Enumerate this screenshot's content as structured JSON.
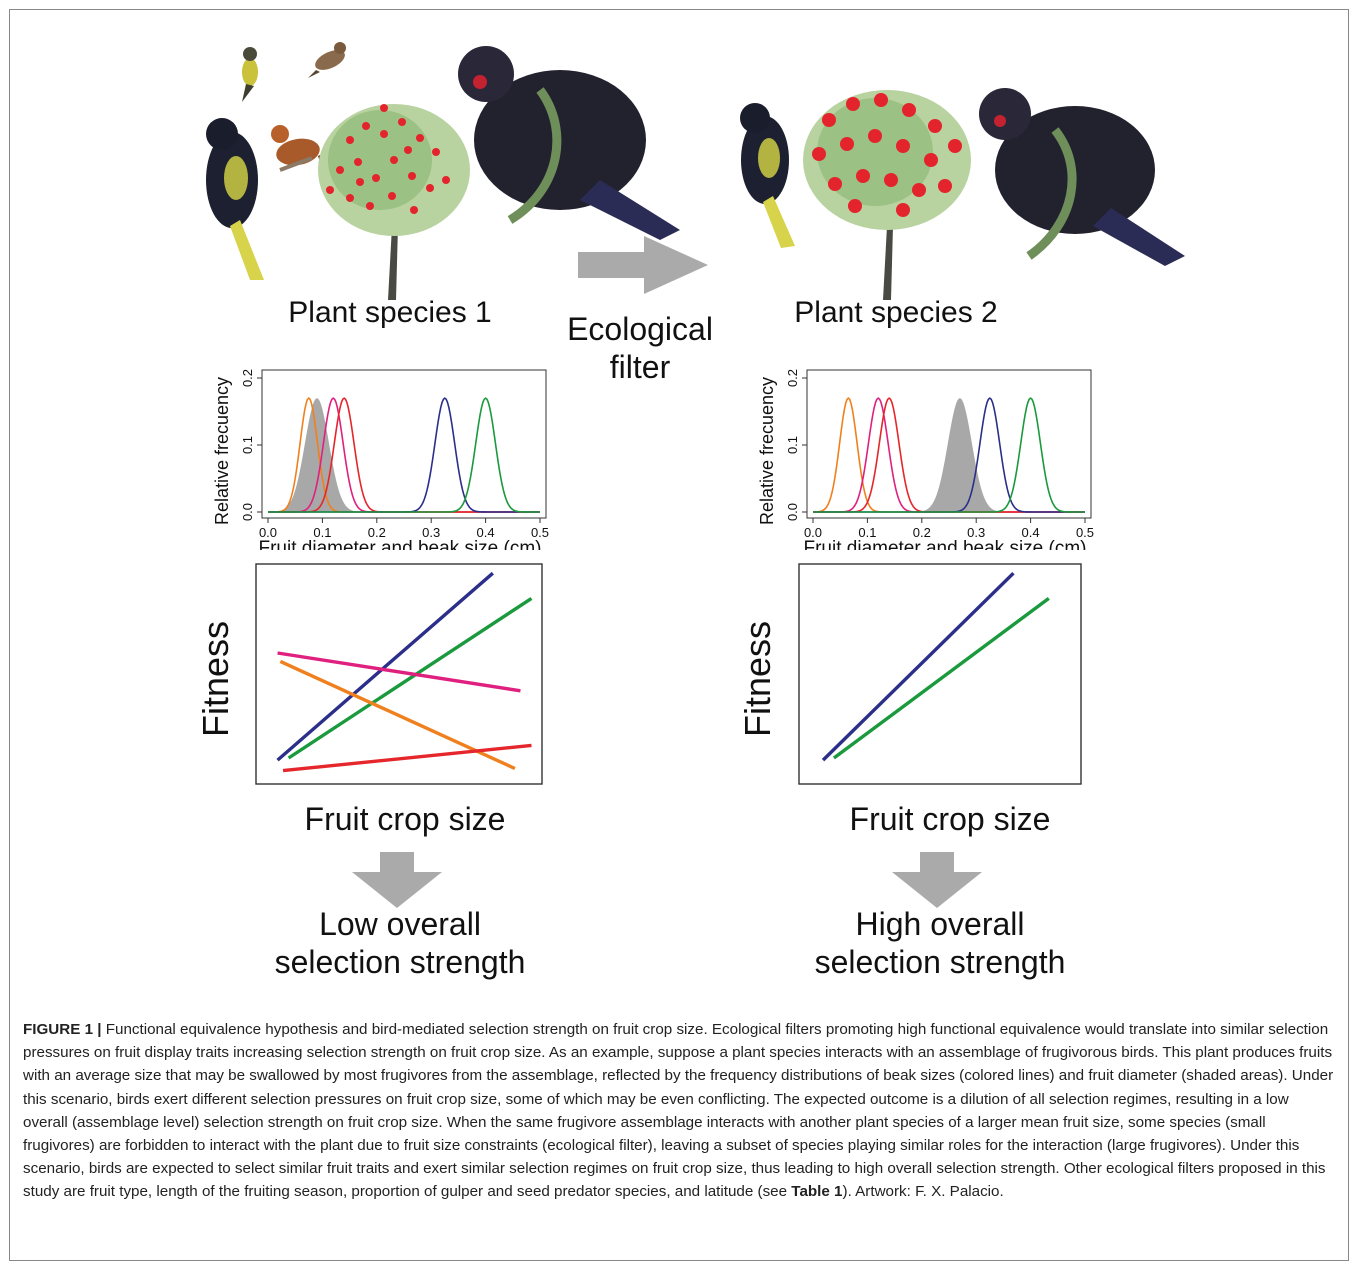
{
  "left": {
    "plant_label": "Plant species 1",
    "fitness_label": "Fitness",
    "crop_label": "Fruit crop size",
    "outcome_line1": "Low overall",
    "outcome_line2": "selection strength"
  },
  "right": {
    "plant_label": "Plant species 2",
    "fitness_label": "Fitness",
    "crop_label": "Fruit crop size",
    "outcome_line1": "High overall",
    "outcome_line2": "selection strength"
  },
  "middle": {
    "filter_line1": "Ecological",
    "filter_line2": "filter"
  },
  "colors": {
    "orange": "#f0801e",
    "magenta": "#e0207f",
    "red": "#e5262b",
    "navy": "#2b2f8a",
    "green": "#1a9a3c",
    "shade": "#a8a8a8",
    "arrow": "#aaaaaa"
  },
  "chart_data": [
    {
      "type": "area",
      "panel": "left-distribution",
      "xlabel": "Fruit diameter and beak size (cm)",
      "ylabel": "Relative frecuency",
      "xlim": [
        0.0,
        0.5
      ],
      "ylim": [
        0.0,
        0.2
      ],
      "xticks": [
        "0.0",
        "0.1",
        "0.2",
        "0.3",
        "0.4",
        "0.5"
      ],
      "yticks": [
        "0.0",
        "0.1",
        "0.2"
      ],
      "fruit_diameter": {
        "mean": 0.09,
        "sd": 0.022,
        "peak": 0.17
      },
      "series": [
        {
          "color": "orange",
          "mean": 0.075,
          "sd": 0.016,
          "peak": 0.17
        },
        {
          "color": "magenta",
          "mean": 0.12,
          "sd": 0.018,
          "peak": 0.17
        },
        {
          "color": "red",
          "mean": 0.14,
          "sd": 0.018,
          "peak": 0.17
        },
        {
          "color": "navy",
          "mean": 0.325,
          "sd": 0.018,
          "peak": 0.17
        },
        {
          "color": "green",
          "mean": 0.4,
          "sd": 0.018,
          "peak": 0.17
        }
      ]
    },
    {
      "type": "area",
      "panel": "right-distribution",
      "xlabel": "Fruit diameter and beak size (cm)",
      "ylabel": "Relative frecuency",
      "xlim": [
        0.0,
        0.5
      ],
      "ylim": [
        0.0,
        0.2
      ],
      "xticks": [
        "0.0",
        "0.1",
        "0.2",
        "0.3",
        "0.4",
        "0.5"
      ],
      "yticks": [
        "0.0",
        "0.1",
        "0.2"
      ],
      "fruit_diameter": {
        "mean": 0.27,
        "sd": 0.022,
        "peak": 0.17
      },
      "series": [
        {
          "color": "orange",
          "mean": 0.065,
          "sd": 0.016,
          "peak": 0.17
        },
        {
          "color": "magenta",
          "mean": 0.12,
          "sd": 0.018,
          "peak": 0.17
        },
        {
          "color": "red",
          "mean": 0.14,
          "sd": 0.018,
          "peak": 0.17
        },
        {
          "color": "navy",
          "mean": 0.325,
          "sd": 0.018,
          "peak": 0.17
        },
        {
          "color": "green",
          "mean": 0.4,
          "sd": 0.018,
          "peak": 0.17
        }
      ]
    },
    {
      "type": "line",
      "panel": "left-fitness",
      "xlabel": "Fruit crop size",
      "ylabel": "Fitness",
      "xlim": [
        0,
        1
      ],
      "ylim": [
        0,
        1
      ],
      "series": [
        {
          "color": "navy",
          "x": [
            0.06,
            0.84
          ],
          "y": [
            0.09,
            0.98
          ]
        },
        {
          "color": "green",
          "x": [
            0.1,
            0.98
          ],
          "y": [
            0.1,
            0.86
          ]
        },
        {
          "color": "magenta",
          "x": [
            0.06,
            0.94
          ],
          "y": [
            0.6,
            0.42
          ]
        },
        {
          "color": "orange",
          "x": [
            0.07,
            0.92
          ],
          "y": [
            0.56,
            0.05
          ]
        },
        {
          "color": "red",
          "x": [
            0.08,
            0.98
          ],
          "y": [
            0.04,
            0.16
          ]
        }
      ]
    },
    {
      "type": "line",
      "panel": "right-fitness",
      "xlabel": "Fruit crop size",
      "ylabel": "Fitness",
      "xlim": [
        0,
        1
      ],
      "ylim": [
        0,
        1
      ],
      "series": [
        {
          "color": "navy",
          "x": [
            0.07,
            0.77
          ],
          "y": [
            0.09,
            0.98
          ]
        },
        {
          "color": "green",
          "x": [
            0.11,
            0.9
          ],
          "y": [
            0.1,
            0.86
          ]
        }
      ]
    }
  ],
  "caption": {
    "figure_label": "FIGURE 1 |",
    "text_main": " Functional equivalence hypothesis and bird-mediated selection strength on fruit crop size. Ecological filters promoting high functional equivalence would translate into similar selection pressures on fruit display traits increasing selection strength on fruit crop size. As an example, suppose a plant species interacts with an assemblage of frugivorous birds. This plant produces fruits with an average size that may be swallowed by most frugivores from the assemblage, reflected by the frequency distributions of beak sizes (colored lines) and fruit diameter (shaded areas). Under this scenario, birds exert different selection pressures on fruit crop size, some of which may be even conflicting. The expected outcome is a dilution of all selection regimes, resulting in a low overall (assemblage level) selection strength on fruit crop size. When the same frugivore assemblage interacts with another plant species of a larger mean fruit size, some species (small frugivores) are forbidden to interact with the plant due to fruit size constraints (ecological filter), leaving a subset of species playing similar roles for the interaction (large frugivores). Under this scenario, birds are expected to select similar fruit traits and exert similar selection regimes on fruit crop size, thus leading to high overall selection strength. Other ecological filters proposed in this study are fruit type, length of the fruiting season, proportion of gulper and seed predator species, and latitude (see ",
    "table_ref": "Table 1",
    "text_end": "). Artwork: F. X. Palacio."
  }
}
